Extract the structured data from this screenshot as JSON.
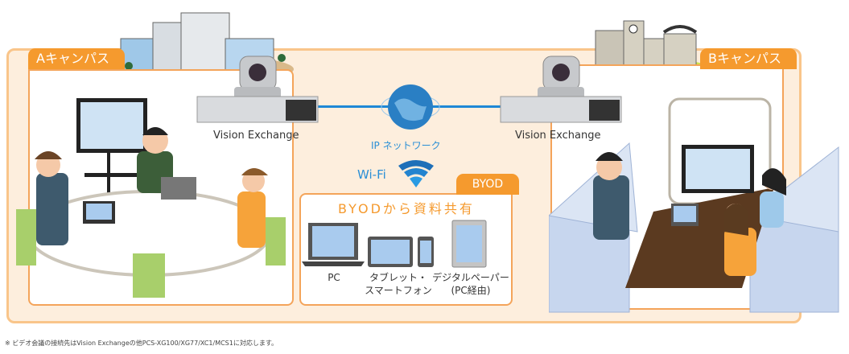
{
  "campus_a": {
    "label": "Aキャンパス"
  },
  "campus_b": {
    "label": "Bキャンパス"
  },
  "devices": {
    "vision_exchange_left": "Vision Exchange",
    "vision_exchange_right": "Vision Exchange"
  },
  "network": {
    "ip_label": "IP ネットワーク",
    "wifi_label": "Wi-Fi"
  },
  "byod": {
    "tab_label": "BYOD",
    "title": "BYODから資料共有",
    "items": [
      {
        "icon": "laptop-icon",
        "label_line1": "PC",
        "label_line2": ""
      },
      {
        "icon": "tablet-smartphone-icon",
        "label_line1": "タブレット・",
        "label_line2": "スマートフォン"
      },
      {
        "icon": "digital-paper-icon",
        "label_line1": "デジタルペーパー",
        "label_line2": "(PC経由)"
      }
    ]
  },
  "footnote": "※ ビデオ会議の接続先はVision Exchangeの他PCS-XG100/XG77/XC1/MCS1に対応します。",
  "colors": {
    "accent_orange": "#f59a2e",
    "network_blue": "#1e88d6",
    "panel_bg": "#fdeedd"
  }
}
